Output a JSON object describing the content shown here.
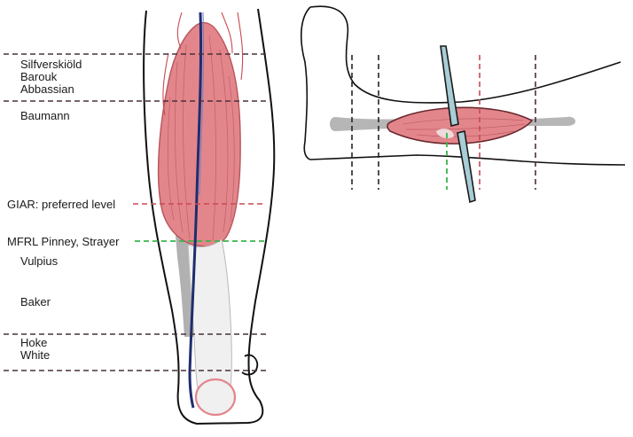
{
  "diagram": {
    "colors": {
      "muscle": "#e3868c",
      "muscle_dark": "#b8545c",
      "fascia": "#a9a9a9",
      "bone": "#9a9a9a",
      "dark_dash": "#4a3038",
      "red_dash": "#c84a52",
      "green_dash": "#39b54a",
      "rod": "#a8cdd6",
      "nerve": "#1f2d6e",
      "outline": "#111111"
    },
    "labels": {
      "silfverskiold": "Silfverskiöld",
      "barouk": "Barouk",
      "abbassian": "Abbassian",
      "baumann": "Baumann",
      "giar": "GIAR: preferred level",
      "mfrl": "MFRL Pinney, Strayer",
      "vulpius": "Vulpius",
      "baker": "Baker",
      "hoke": "Hoke",
      "white": "White"
    },
    "icons": {
      "leg": "posterior-leg-anatomy-icon",
      "side": "lateral-leg-section-icon"
    }
  }
}
